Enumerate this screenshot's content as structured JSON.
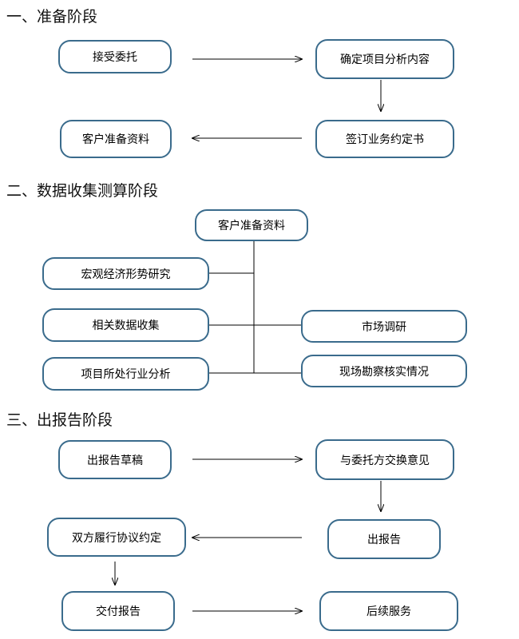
{
  "sections": [
    {
      "title": "一、准备阶段"
    },
    {
      "title": "二、数据收集测算阶段"
    },
    {
      "title": "三、出报告阶段"
    }
  ],
  "stage1": {
    "accept": "接受委托",
    "scope": "确定项目分析内容",
    "client_prep": "客户准备资料",
    "sign": "签订业务约定书"
  },
  "stage2": {
    "client_prep": "客户准备资料",
    "macro": "宏观经济形势研究",
    "data": "相关数据收集",
    "industry": "项目所处行业分析",
    "market": "市场调研",
    "site": "现场勘察核实情况"
  },
  "stage3": {
    "draft": "出报告草稿",
    "exchange": "与委托方交换意见",
    "issue": "出报告",
    "agreement": "双方履行协议约定",
    "deliver": "交付报告",
    "service": "后续服务"
  },
  "colors": {
    "node_border": "#3a6b8c",
    "line": "#000000"
  }
}
